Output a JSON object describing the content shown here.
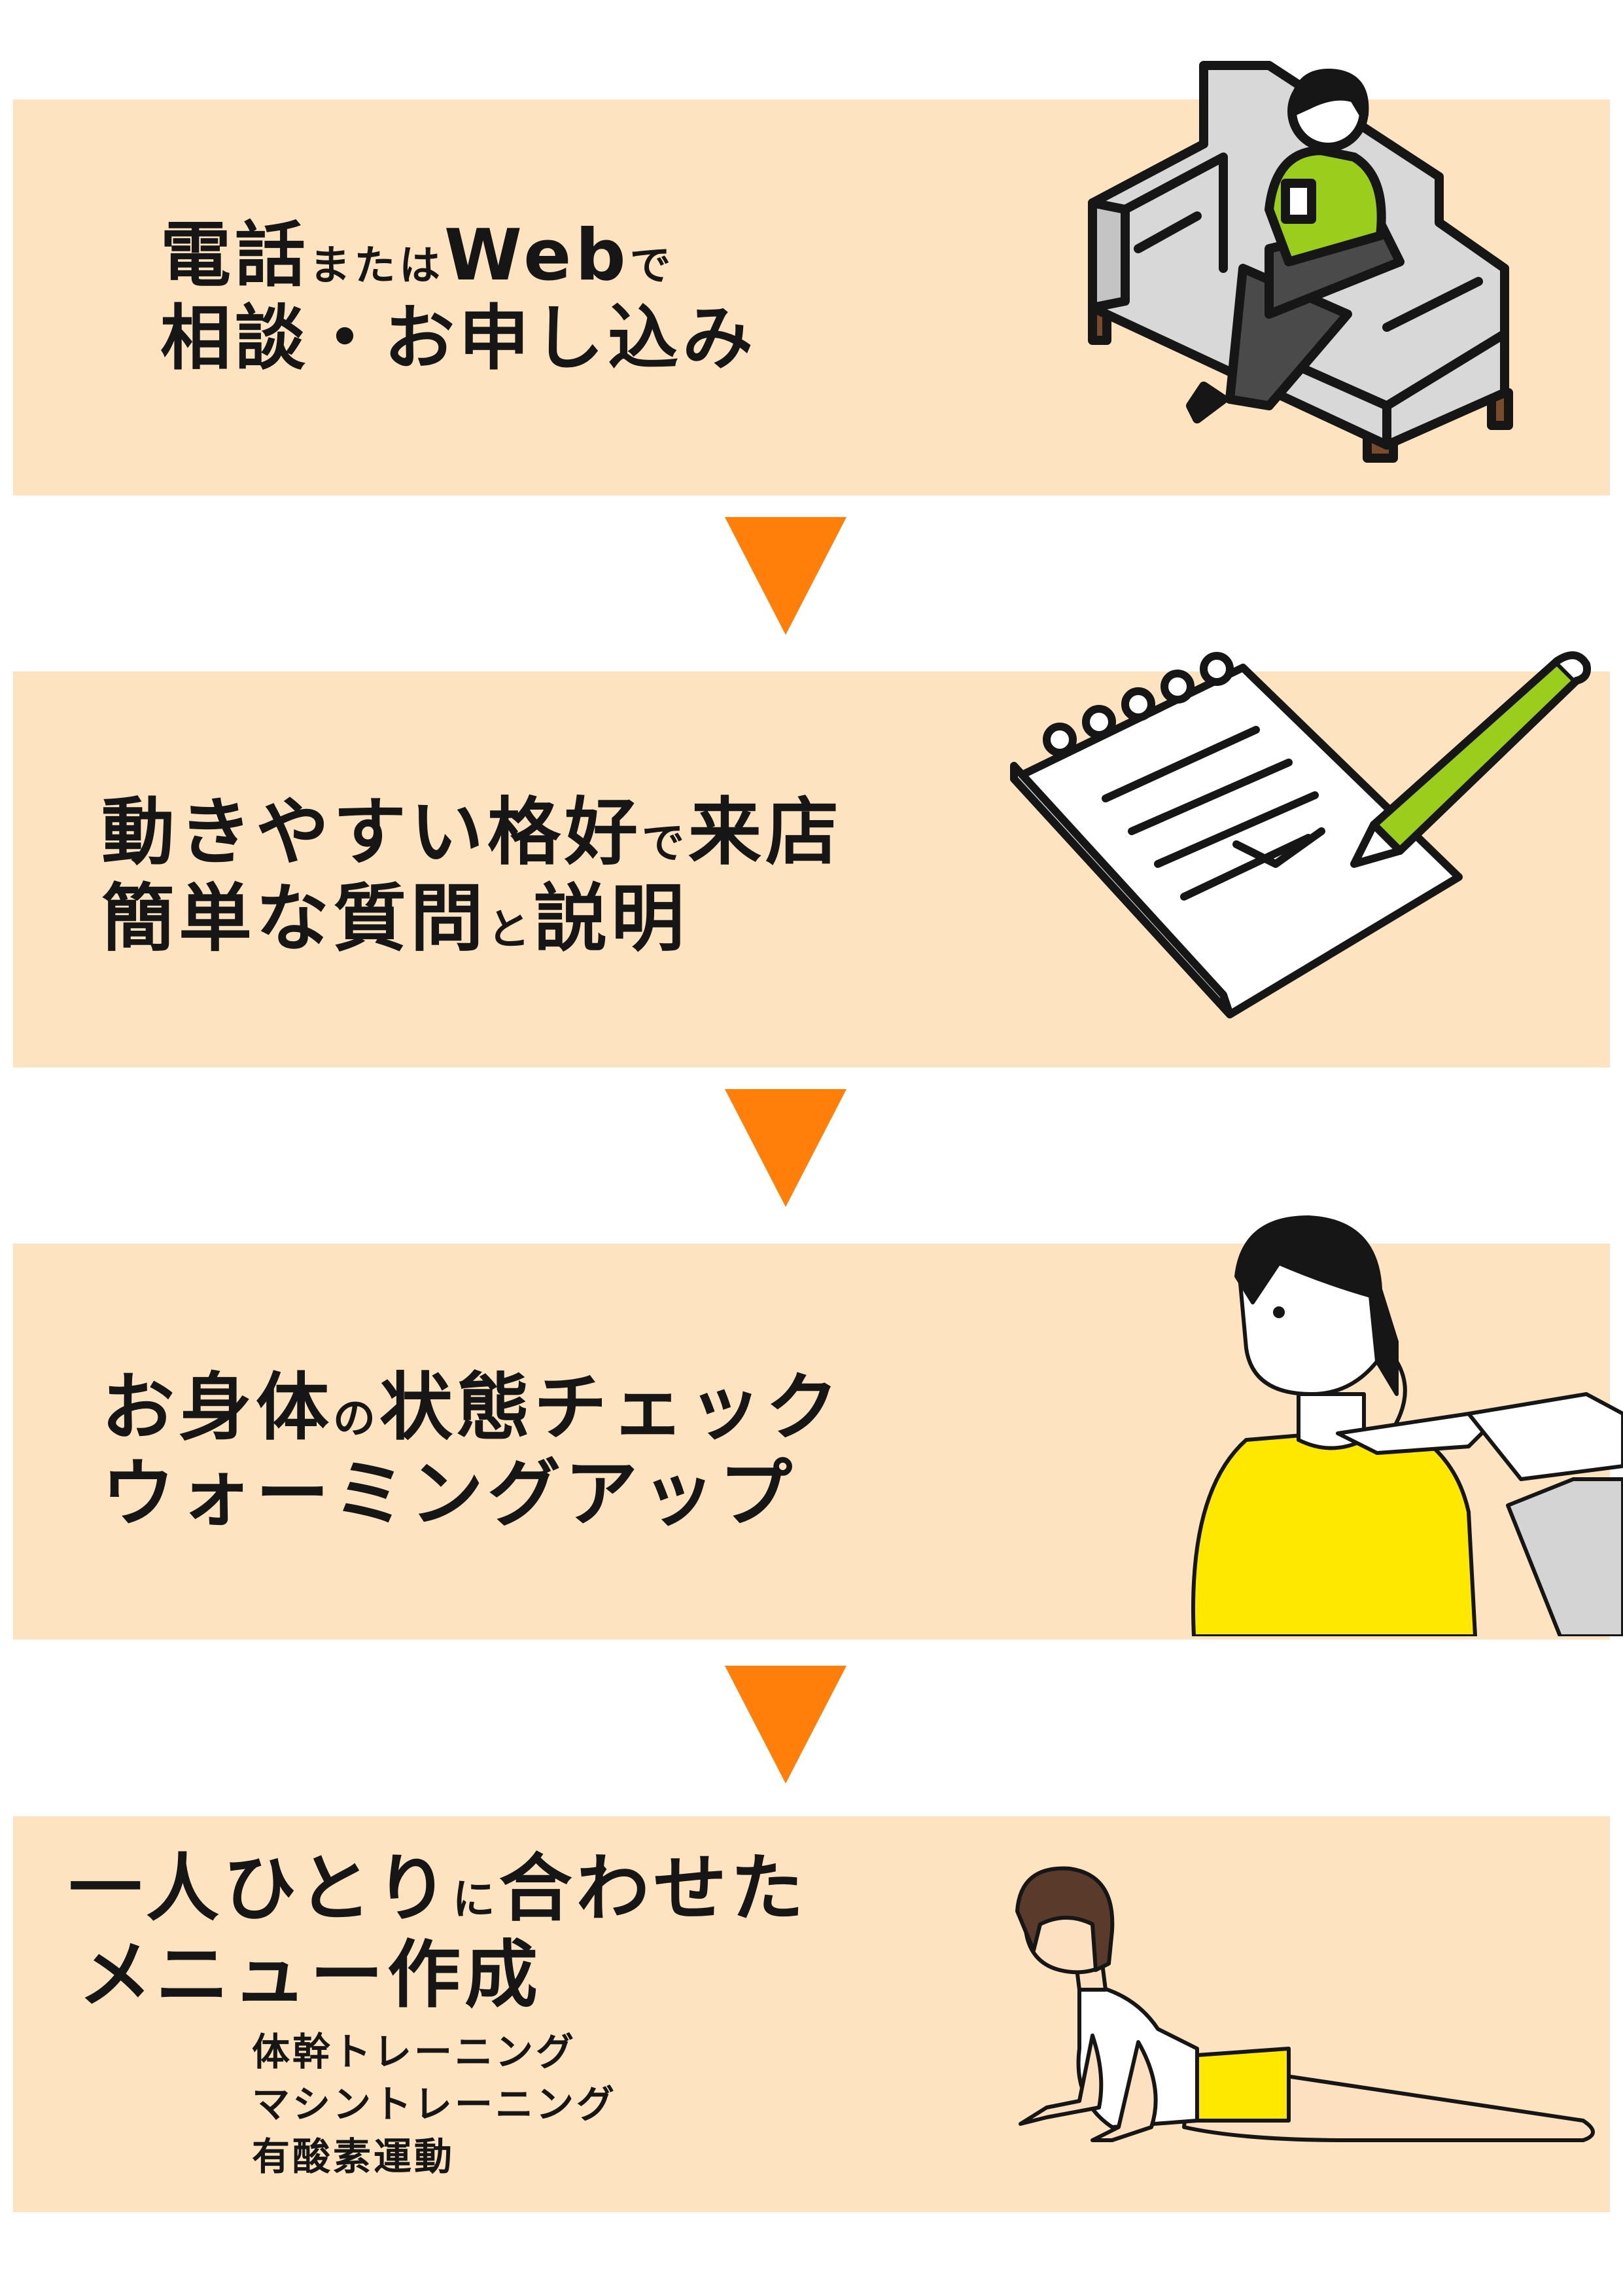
{
  "colors": {
    "panel_bg": "#fde3bf",
    "arrow": "#ff7f0a",
    "text": "#161616",
    "accent_green": "#9acd1c",
    "accent_yellow": "#ffe800"
  },
  "steps": [
    {
      "line1_main": "電話",
      "line1_small": "または",
      "line1_web": "Web",
      "line1_small2": "で",
      "line2": "相談・お申し込み",
      "illustration": "person-on-sofa-with-phone-icon"
    },
    {
      "line1_main": "動きやすい格好",
      "line1_small": "で",
      "line1_end": "来店",
      "line2_main": "簡単な質問",
      "line2_small": "と",
      "line2_end": "説明",
      "illustration": "notepad-and-pencil-icon"
    },
    {
      "line1_main": "お身体",
      "line1_small": "の",
      "line1_end": "状態チェック",
      "line2": "ウォーミングアップ",
      "illustration": "posture-check-icon"
    },
    {
      "line1_main": "一人ひとり",
      "line1_small": "に",
      "line1_end": "合わせた",
      "line2": "メニュー作成",
      "menu": [
        "体幹トレーニング",
        "マシントレーニング",
        "有酸素運動"
      ],
      "illustration": "stretching-woman-icon"
    }
  ]
}
